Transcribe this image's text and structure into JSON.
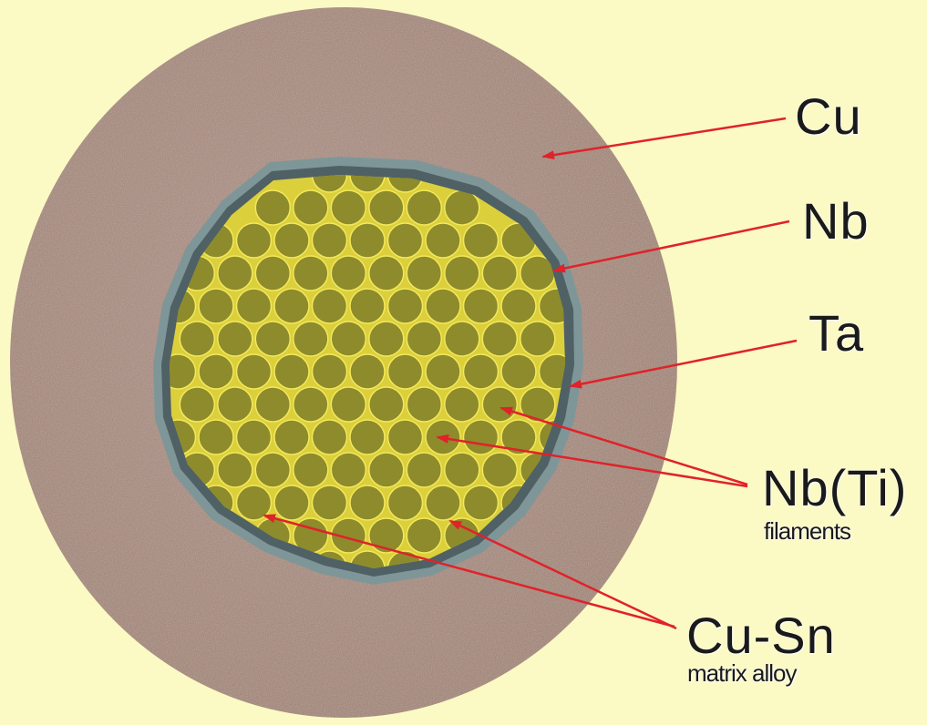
{
  "labels": {
    "cu": "Cu",
    "nb": "Nb",
    "ta": "Ta",
    "nbti": "Nb(Ti)",
    "filaments": "filaments",
    "cusn": "Cu-Sn",
    "matrix": "matrix alloy"
  },
  "colors": {
    "background": "#fbf9c4",
    "copper": "#a88d82",
    "barrier": "#5f7478",
    "matrix": "#d9cf3a",
    "filament": "#8a8a2a",
    "arrow": "#e0222a"
  }
}
